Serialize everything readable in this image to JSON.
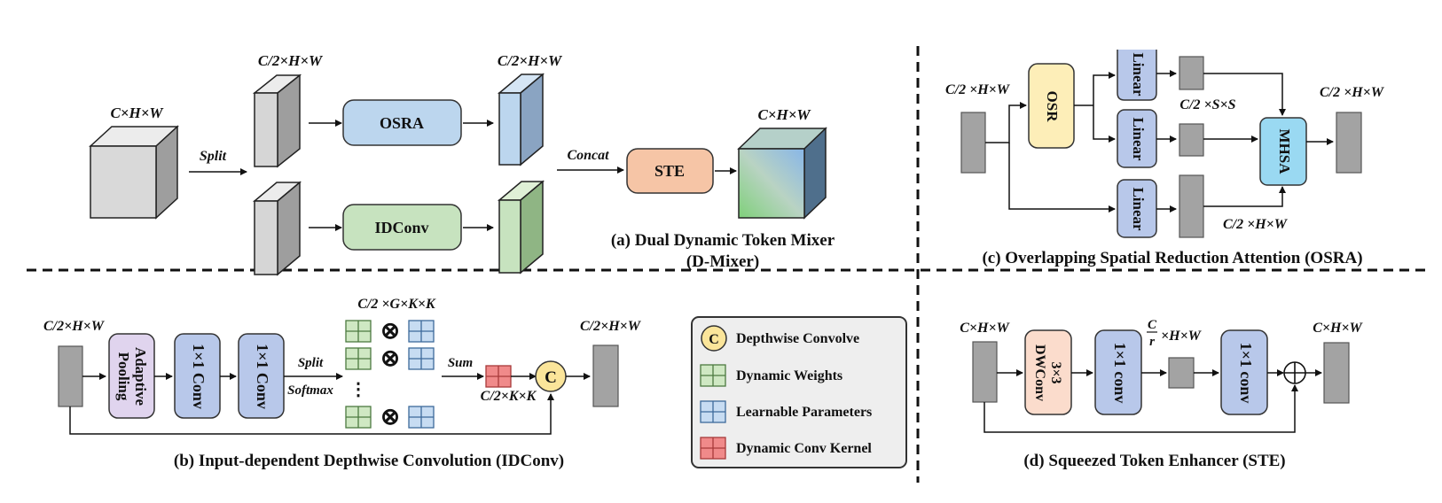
{
  "panel_a": {
    "caption_line1": "(a)  Dual Dynamic Token Mixer",
    "caption_line2": "(D-Mixer)",
    "dim_input": "C×H×W",
    "dim_half_top": "C/2×H×W",
    "dim_half_out": "C/2×H×W",
    "dim_output": "C×H×W",
    "split_label": "Split",
    "concat_label": "Concat",
    "osra": "OSRA",
    "idconv": "IDConv",
    "ste": "STE"
  },
  "panel_c": {
    "caption": "(c) Overlapping Spatial Reduction Attention (OSRA)",
    "dim_in": "C/2 ×H×W",
    "dim_kv": "C/2 ×S×S",
    "dim_q": "C/2 ×H×W",
    "dim_out": "C/2 ×H×W",
    "osr": "OSR",
    "linear": "Linear",
    "mhsa": "MHSA"
  },
  "panel_b": {
    "caption": "(b) Input-dependent Depthwise Convolution (IDConv)",
    "dim_in": "C/2×H×W",
    "dim_weights": "C/2 ×G×K×K",
    "dim_kernel": "C/2×K×K",
    "dim_out": "C/2×H×W",
    "pool": "Adaptive Pooling",
    "conv1": "1×1 Conv",
    "conv2": "1×1 Conv",
    "split": "Split",
    "softmax": "Softmax",
    "sum": "Sum",
    "c_symbol": "C",
    "otimes": "⊗",
    "vdots": "⋮"
  },
  "legend": {
    "items": [
      {
        "label": "Depthwise Convolve",
        "kind": "circle",
        "color": "#fbe59a"
      },
      {
        "label": "Dynamic Weights",
        "kind": "grid",
        "color": "#cfe8c3"
      },
      {
        "label": "Learnable Parameters",
        "kind": "grid",
        "color": "#c7dcf2"
      },
      {
        "label": "Dynamic Conv Kernel",
        "kind": "grid",
        "color": "#f08a8a"
      }
    ],
    "c_symbol": "C"
  },
  "panel_d": {
    "caption": "(d) Squeezed Token Enhancer (STE)",
    "dim_in": "C×H×W",
    "dim_mid_frac_num": "C",
    "dim_mid_frac_den": "r",
    "dim_mid_rest": "×H×W",
    "dim_out": "C×H×W",
    "dwconv": "3×3 DWConv",
    "conv1": "1×1 conv",
    "conv2": "1×1 conv",
    "oplus": "⊕"
  },
  "colors": {
    "osra": "#bcd6ee",
    "idconv": "#c7e3bf",
    "ste": "#f6c5a6",
    "osr": "#fdeeb8",
    "linear": "#b8c8ea",
    "mhsa": "#9ad9f2",
    "pool": "#e0d4ee",
    "conv": "#b8c8ea",
    "dwconv": "#fbdccc",
    "gray_block": "#a3a3a3",
    "legend_bg": "#eeeeee"
  }
}
